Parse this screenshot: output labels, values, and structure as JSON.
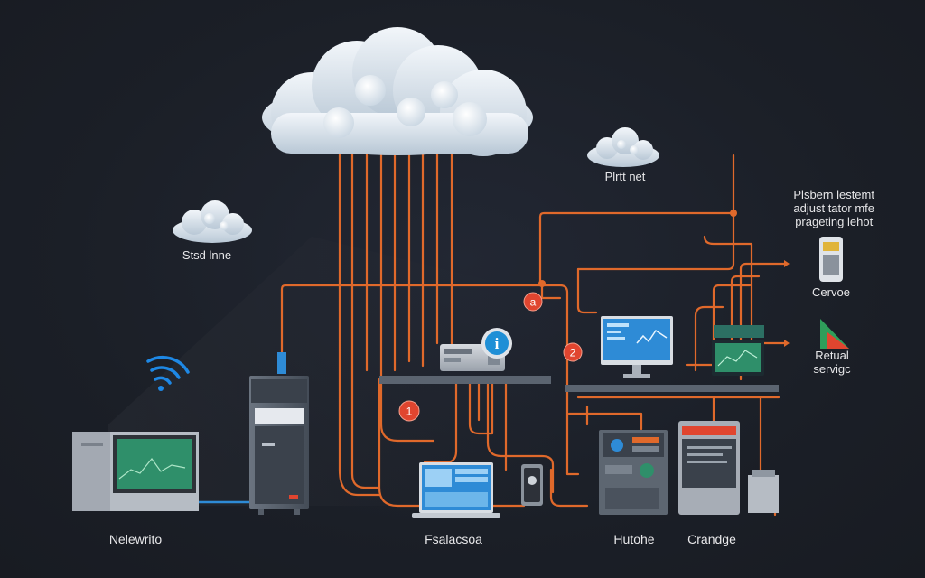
{
  "labels": {
    "cloud_small_left": "Stsd lnne",
    "cloud_small_right": "Plrtt net",
    "note": [
      "Plsbern lestemt",
      "adjust tator mfe",
      "prageting lehot"
    ],
    "service": "Cervoe",
    "retual_service": [
      "Retual",
      "servigc"
    ],
    "bottom_left": "Nelewrito",
    "bottom_center": "Fsalacsoa",
    "bottom_hutohe": "Hutohe",
    "bottom_crandge": "Crandge"
  },
  "badges": [
    "a",
    "2",
    "1"
  ],
  "info_badge": "i",
  "colors": {
    "background": "#1b1f27",
    "cable": "#e0692b",
    "cloud": "#dfe7ef",
    "badge_red": "#e0452f",
    "info_blue": "#1f8fd6",
    "wifi": "#1e88e5",
    "screen_green": "#2f8f6a",
    "screen_blue": "#2e8bd6"
  },
  "icons": [
    "cloud-icon",
    "wifi-icon",
    "server-rack-icon",
    "router-icon",
    "laptop-icon",
    "monitor-icon",
    "mobile-device-icon",
    "triangle-service-icon"
  ]
}
